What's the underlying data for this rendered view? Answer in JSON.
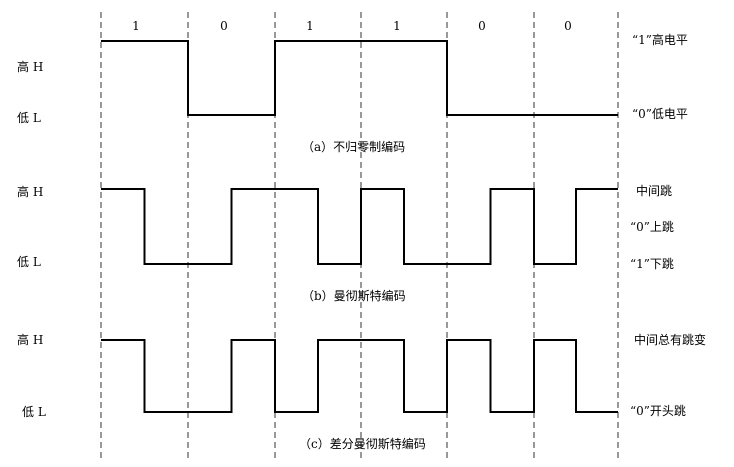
{
  "bit_labels": [
    "1",
    "0",
    "1",
    "1",
    "0",
    "0"
  ],
  "panels": [
    {
      "id": "nrz",
      "high_label": "高 H",
      "low_label": "低 L",
      "caption": "（a）不归零制编码",
      "notes": [
        "“1”高电平",
        "“0”低电平"
      ],
      "levels": [
        "H",
        "L",
        "H",
        "H",
        "L",
        "L"
      ]
    },
    {
      "id": "manchester",
      "high_label": "高 H",
      "low_label": "低 L",
      "caption": "（b）曼彻斯特编码",
      "notes": [
        "中间跳",
        "“0”上跳",
        "“1”下跳"
      ],
      "levels": [
        "H",
        "L",
        "L",
        "H",
        "H",
        "L",
        "H",
        "L",
        "L",
        "H",
        "L",
        "H"
      ]
    },
    {
      "id": "diff_manchester",
      "high_label": "高 H",
      "low_label": "低 L",
      "caption": "（c）差分曼彻斯特编码",
      "notes": [
        "中间总有跳变",
        "“0”开头跳"
      ],
      "levels": [
        "H",
        "L",
        "L",
        "H",
        "L",
        "H",
        "H",
        "L",
        "H",
        "L",
        "H",
        "L"
      ]
    }
  ]
}
